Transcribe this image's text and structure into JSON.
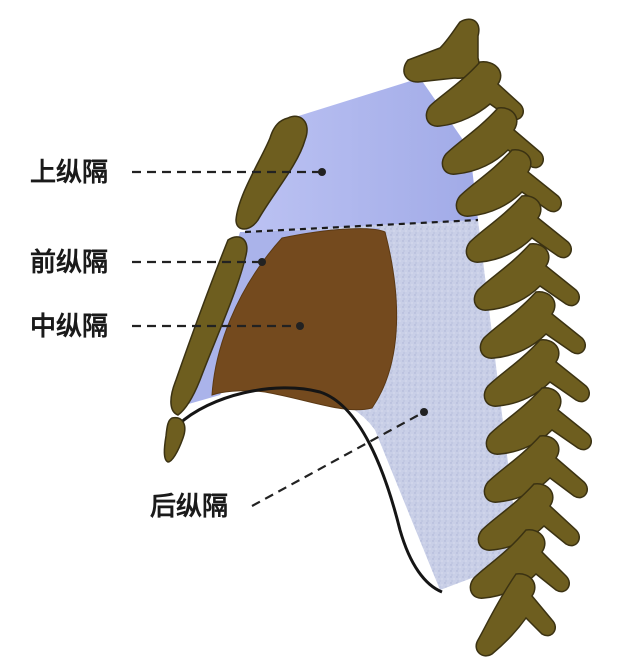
{
  "diagram": {
    "labels": {
      "superior": "上纵隔",
      "anterior": "前纵隔",
      "middle": "中纵隔",
      "posterior": "后纵隔"
    },
    "colors": {
      "bone": "#6e5e1f",
      "bone_outline": "#3b3212",
      "superior_region": "#aeb5ee",
      "anterior_region": "#aab3ea",
      "middle_region": "#744a1e",
      "posterior_region": "#c7cde6",
      "line": "#1a1a1a"
    }
  }
}
